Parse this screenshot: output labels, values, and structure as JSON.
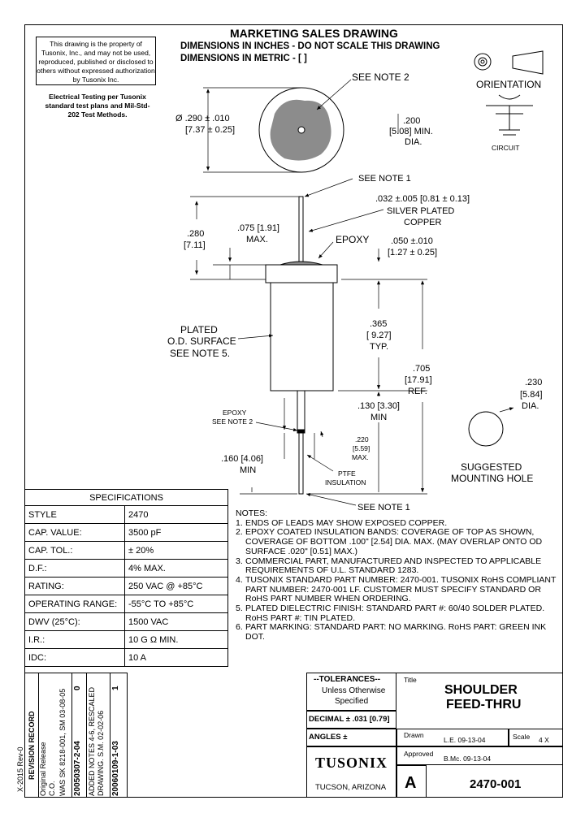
{
  "header": {
    "title": "MARKETING SALES DRAWING",
    "line2": "DIMENSIONS IN INCHES - DO NOT SCALE THIS DRAWING",
    "line3": "DIMENSIONS IN METRIC - [ ]"
  },
  "notice": "This drawing is the property of Tusonix, Inc., and may not be used, reproduced, published or disclosed to others without expressed authorization by Tusonix Inc.",
  "electrical_testing": "Electrical Testing per Tusonix standard test plans and Mil-Std-202 Test Methods.",
  "orientation": {
    "label": "ORIENTATION",
    "circuit": "CIRCUIT"
  },
  "dims": {
    "dia_in": "Ø .290 ± .010",
    "dia_mm": "[7.37 ± 0.25]",
    "see_note_2": "SEE NOTE 2",
    "min200_in": ".200",
    "min200_mm": "[5.08] MIN.",
    "min200_dia": "DIA.",
    "see_note_1_top": "SEE NOTE 1",
    "lead_dia": ".032 ±.005 [0.81 ± 0.13]",
    "silver1": "SILVER PLATED",
    "silver2": "COPPER",
    "h280_in": ".280",
    "h280_mm": "[7.11]",
    "h075": ".075 [1.91]",
    "h075_max": "MAX.",
    "epoxy": "EPOXY",
    "h050a": ".050 ±.010",
    "h050b": "[1.27 ± 0.25]",
    "plated1": "PLATED",
    "plated2": "O.D. SURFACE",
    "plated3": "SEE NOTE 5.",
    "h365_in": ".365",
    "h365_mm": "[ 9.27]",
    "h365_typ": "TYP.",
    "h705_in": ".705",
    "h705_mm": "[17.91]",
    "h705_ref": "REF.",
    "h130": ".130 [3.30]",
    "h130_min": "MIN",
    "epoxy_note1": "EPOXY",
    "epoxy_note2": "SEE NOTE 2",
    "h220_in": ".220",
    "h220_mm": "[5.59]",
    "h220_max": "MAX.",
    "h160": ".160 [4.06]",
    "h160_min": "MIN",
    "ptfe1": "PTFE",
    "ptfe2": "INSULATION",
    "see_note_1_bot": "SEE NOTE 1",
    "hole_in": ".230",
    "hole_mm": "[5.84]",
    "hole_dia": "DIA.",
    "hole_l1": "SUGGESTED",
    "hole_l2": "MOUNTING HOLE"
  },
  "specs": {
    "title": "SPECIFICATIONS",
    "rows": [
      {
        "k": "STYLE",
        "v": "2470"
      },
      {
        "k": "CAP. VALUE:",
        "v": "3500 pF"
      },
      {
        "k": "CAP. TOL.:",
        "v": "± 20%"
      },
      {
        "k": "D.F.:",
        "v": "4% MAX."
      },
      {
        "k": "RATING:",
        "v": "250 VAC @ +85°C"
      },
      {
        "k": "OPERATING RANGE:",
        "v": "-55°C TO +85°C"
      },
      {
        "k": "DWV (25°C):",
        "v": "1500 VAC"
      },
      {
        "k": "I.R.:",
        "v": "10 G Ω MIN."
      },
      {
        "k": "IDC:",
        "v": "10 A"
      }
    ]
  },
  "notes": {
    "title": "NOTES:",
    "items": [
      {
        "n": "1.",
        "t": "ENDS OF LEADS MAY SHOW EXPOSED COPPER."
      },
      {
        "n": "2.",
        "t": "EPOXY COATED INSULATION BANDS: COVERAGE OF TOP AS SHOWN, COVERAGE OF BOTTOM .100\" [2.54] DIA. MAX. (MAY OVERLAP ONTO OD SURFACE .020\" [0.51] MAX.)"
      },
      {
        "n": "3.",
        "t": "COMMERCIAL PART, MANUFACTURED AND INSPECTED TO APPLICABLE REQUIREMENTS OF U.L. STANDARD 1283."
      },
      {
        "n": "4.",
        "t": "TUSONIX STANDARD PART NUMBER: 2470-001. TUSONIX RoHS COMPLIANT PART NUMBER: 2470-001 LF. CUSTOMER MUST SPECIFY STANDARD OR RoHS PART NUMBER WHEN ORDERING."
      },
      {
        "n": "5.",
        "t": "PLATED DIELECTRIC FINISH: STANDARD PART #: 60/40 SOLDER PLATED. RoHS PART #: TIN PLATED."
      },
      {
        "n": "6.",
        "t": "PART MARKING: STANDARD PART: NO MARKING. RoHS PART: GREEN INK DOT."
      }
    ]
  },
  "titleblock": {
    "tol_title": "--TOLERANCES--",
    "tol_l1": "Unless Otherwise",
    "tol_l2": "Specified",
    "decimal": "DECIMAL ± .031 [0.79]",
    "angles": "ANGLES ±",
    "logo": "TUSONIX",
    "location": "TUCSON, ARIZONA",
    "title_lbl": "Title",
    "title1": "SHOULDER",
    "title2": "FEED-THRU",
    "drawn_lbl": "Drawn",
    "drawn": "L.E. 09-13-04",
    "scale_lbl": "Scale",
    "scale": "4 X",
    "approved_lbl": "Approved",
    "approved": "B.Mc. 09-13-04",
    "size": "A",
    "number": "2470-001"
  },
  "revisions": {
    "form": "X-2015 Rev-0",
    "header": "REVISION RECORD",
    "r0a": "Original Release",
    "r0b": "C.O.",
    "r1a": "WAS SK 8218-001, SM 03-08-05",
    "r2a": "20050307-2-04",
    "r2b": "0",
    "r3a": "ADDED NOTES 4-6, RESCALED",
    "r3b": "DRAWING. S.M. 02-02-06",
    "r4a": "20060109-1-03",
    "r4b": "1"
  }
}
